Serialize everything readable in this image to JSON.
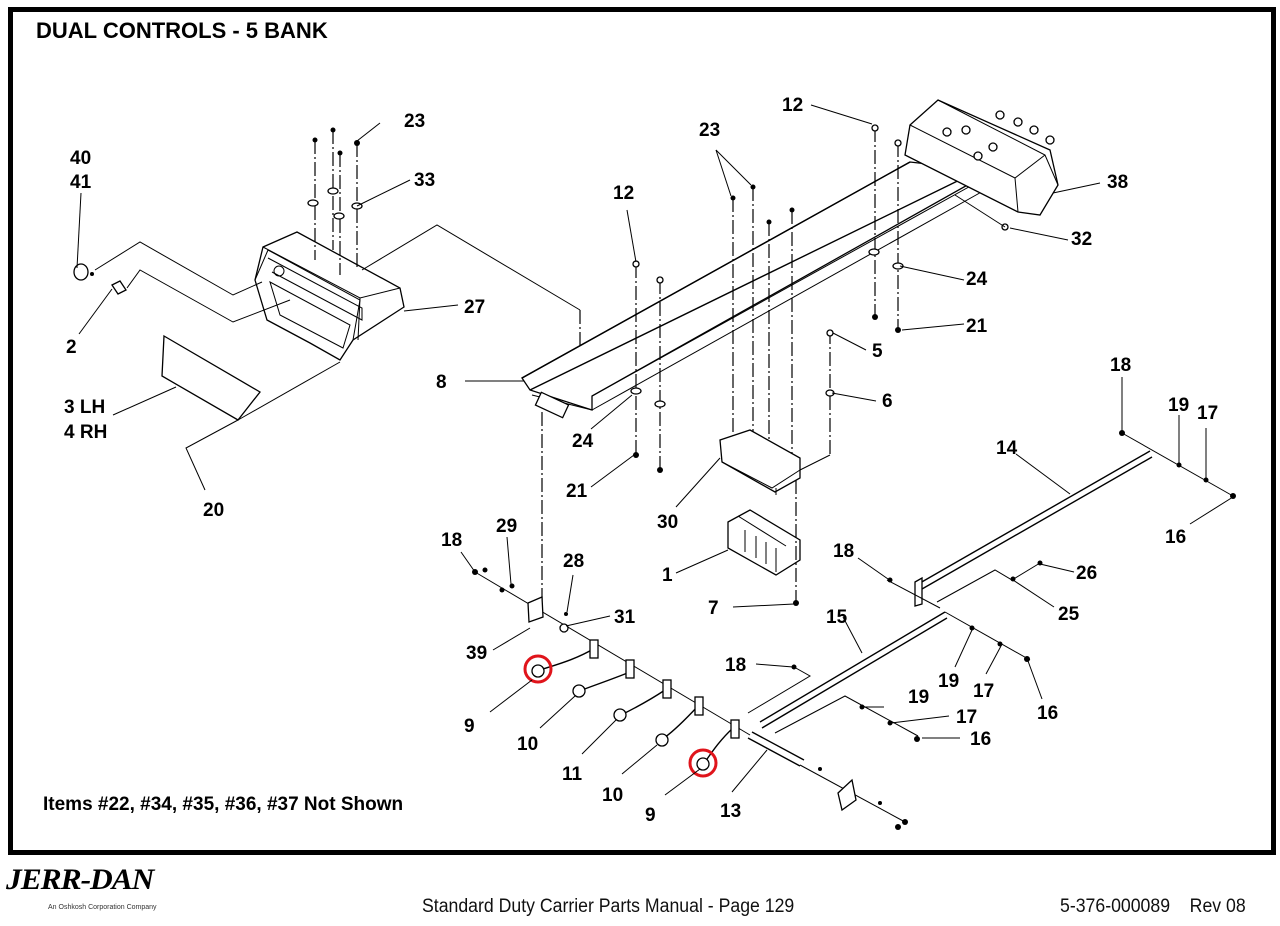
{
  "page": {
    "title": "DUAL CONTROLS - 5 BANK",
    "note": "Items #22, #34, #35, #36, #37 Not Shown"
  },
  "footer": {
    "brand": "JERR-DAN",
    "brand_tagline": "An Oshkosh Corporation Company",
    "manual_title": "Standard Duty Carrier Parts Manual  -  Page 129",
    "doc_number": "5-376-000089",
    "revision": "Rev 08",
    "doc_ref": "5-376-000089    Rev 08"
  },
  "callouts": {
    "c40": "40",
    "c41": "41",
    "c2": "2",
    "c3lh": "3 LH",
    "c4rh": "4 RH",
    "c20": "20",
    "c23a": "23",
    "c33": "33",
    "c27": "27",
    "c8": "8",
    "c12a": "12",
    "c12b": "12",
    "c23b": "23",
    "c38": "38",
    "c32": "32",
    "c24a": "24",
    "c21a": "21",
    "c5": "5",
    "c6": "6",
    "c24b": "24",
    "c21b": "21",
    "c30": "30",
    "c1": "1",
    "c7": "7",
    "c18a": "18",
    "c29": "29",
    "c28": "28",
    "c31": "31",
    "c39": "39",
    "c9a": "9",
    "c10a": "10",
    "c11": "11",
    "c10b": "10",
    "c9b": "9",
    "c13": "13",
    "c18b": "18",
    "c15": "15",
    "c19a": "19",
    "c17a": "17",
    "c16a": "16",
    "c18c": "18",
    "c26": "26",
    "c25": "25",
    "c19b": "19",
    "c17b": "17",
    "c16b": "16",
    "c18d": "18",
    "c19c": "19",
    "c17c": "17",
    "c14": "14",
    "c16c": "16"
  },
  "highlights": {
    "color": "#e0141b",
    "circled_items": [
      "9 (left lever knob)",
      "9 (right lever knob)"
    ]
  }
}
